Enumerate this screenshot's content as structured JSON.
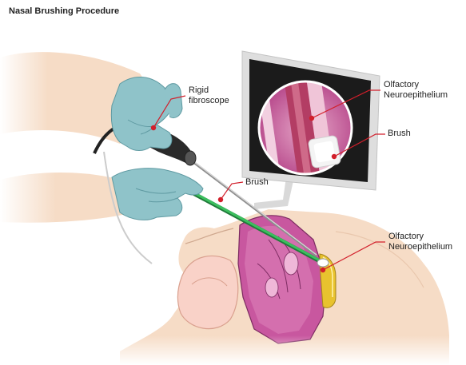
{
  "title": "Nasal Brushing Procedure",
  "labels": {
    "fibroscope": [
      "Rigid",
      "fibroscope"
    ],
    "brush_tool": "Brush",
    "monitor_tissue": [
      "Olfactory",
      "Neuroepithelium"
    ],
    "monitor_brush": "Brush",
    "head_tissue": [
      "Olfactory",
      "Neuroepithelium"
    ]
  },
  "colors": {
    "callout": "#d21f2b",
    "glove": "#8fc3c9",
    "skin": "#f3d9c2",
    "brush_handle": "#2fa84f",
    "nasal_tissue": "#c8579f",
    "neuroepithelium": "#e8c22e"
  }
}
